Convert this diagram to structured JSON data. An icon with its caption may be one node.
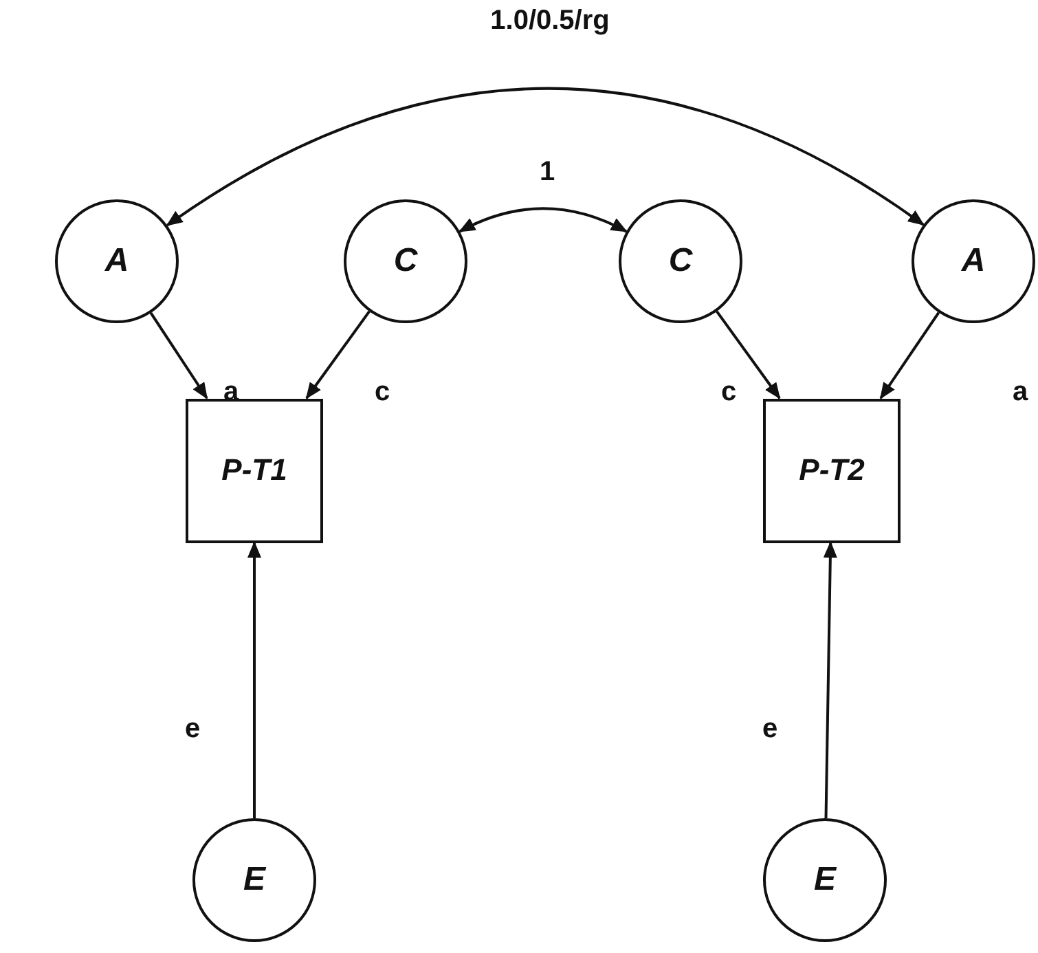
{
  "diagram": {
    "nodes": [
      {
        "text": [
          "A"
        ]
      },
      {
        "text": [
          "C"
        ]
      },
      {
        "text": [
          "C"
        ]
      },
      {
        "text": [
          "A"
        ]
      },
      {
        "text": [
          "P-T1"
        ]
      },
      {
        "text": [
          "P-T2"
        ]
      },
      {
        "text": [
          "E"
        ]
      },
      {
        "text": [
          "E"
        ]
      }
    ],
    "edges": [
      {
        "from": 0,
        "to": 3,
        "arrow": "both",
        "label": "1.0/0.5/rg"
      },
      {
        "from": 1,
        "to": 2,
        "arrow": "both",
        "label": "1"
      },
      {
        "from": 0,
        "to": 4,
        "arrow": "to",
        "label": "a"
      },
      {
        "from": 1,
        "to": 4,
        "arrow": "to",
        "label": "c"
      },
      {
        "from": 2,
        "to": 5,
        "arrow": "to",
        "label": "c"
      },
      {
        "from": 3,
        "to": 5,
        "arrow": "to",
        "label": "a"
      },
      {
        "from": 6,
        "to": 4,
        "arrow": "to",
        "label": "e"
      },
      {
        "from": 7,
        "to": 5,
        "arrow": "to",
        "label": "e"
      }
    ]
  }
}
